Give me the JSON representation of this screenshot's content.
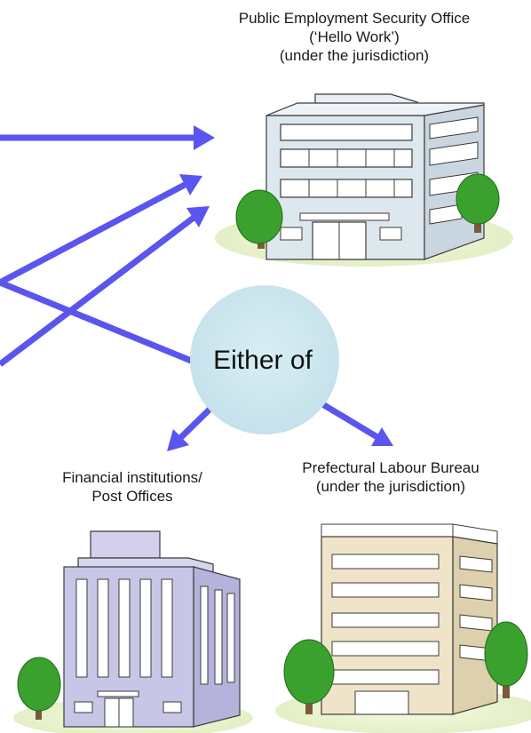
{
  "hello_work": {
    "line1": "Public Employment Security Office",
    "line2": "(‘Hello Work’)",
    "line3": "(under the jurisdiction)"
  },
  "connector": {
    "text": "Either of"
  },
  "financial": {
    "line1": "Financial institutions/",
    "line2": "Post Offices"
  },
  "prefectural": {
    "line1": "Prefectural Labour Bureau",
    "line2": "(under the jurisdiction)"
  },
  "colors": {
    "arrow": "#5a55ee",
    "circle": "#cde8f0",
    "tree": "#3aa12f",
    "hello_work_building": "#dde7ee",
    "financial_building": "#c8c6e6",
    "prefectural_building": "#efe4c8"
  }
}
